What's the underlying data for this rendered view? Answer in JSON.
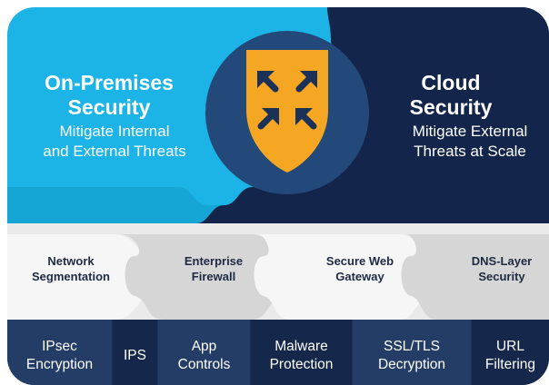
{
  "top": {
    "left_title": [
      "On-Premises",
      "Security"
    ],
    "left_subtitle": [
      "Mitigate Internal",
      "and External Threats"
    ],
    "right_title": [
      "Cloud",
      "Security"
    ],
    "right_subtitle": [
      "Mitigate External",
      "Threats at Scale"
    ]
  },
  "middle": [
    [
      "Network",
      "Segmentation"
    ],
    [
      "Enterprise",
      "Firewall"
    ],
    [
      "Secure Web",
      "Gateway"
    ],
    [
      "DNS-Layer",
      "Security"
    ]
  ],
  "bottom": [
    [
      "IPsec",
      "Encryption"
    ],
    [
      "IPS"
    ],
    [
      "App",
      "Controls"
    ],
    [
      "Malware",
      "Protection"
    ],
    [
      "SSL/TLS",
      "Decryption"
    ],
    [
      "URL",
      "Filtering"
    ]
  ],
  "icon": "shield-arrows-icon",
  "colors": {
    "cyan": "#1cb4e6",
    "navy": "#13254a",
    "mid_navy": "#23497a",
    "shield": "#f5a623",
    "light_gray": "#f1f1f1",
    "mid_gray": "#d6d6d6"
  }
}
